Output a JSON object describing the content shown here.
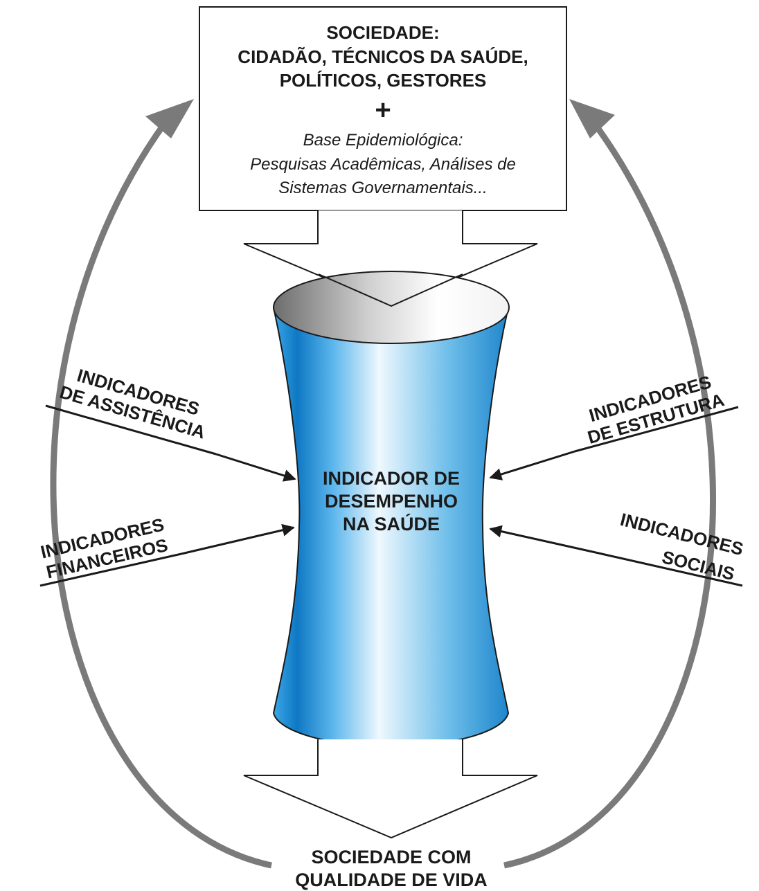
{
  "top_box": {
    "title_lines": [
      "SOCIEDADE:",
      "CIDADÃO, TÉCNICOS DA SAÚDE,",
      "POLÍTICOS, GESTORES"
    ],
    "plus": "+",
    "italic_lines": [
      "Base Epidemiológica:",
      "Pesquisas Acadêmicas, Análises de",
      "Sistemas Governamentais..."
    ]
  },
  "center": {
    "lines": [
      "INDICADOR DE",
      "DESEMPENHO",
      "NA SAÚDE"
    ]
  },
  "inputs": {
    "assistencia": [
      "INDICADORES",
      "DE ASSISTÊNCIA"
    ],
    "financeiros": [
      "INDICADORES",
      "FINANCEIROS"
    ],
    "estrutura": [
      "INDICADORES",
      "DE ESTRUTURA"
    ],
    "sociais": [
      "INDICADORES",
      "SOCIAIS"
    ]
  },
  "output": {
    "lines": [
      "SOCIEDADE COM",
      "QUALIDADE DE VIDA"
    ]
  },
  "colors": {
    "loop_arrow": "#7a7a7a",
    "cylinder_dark": "#1f7fc4",
    "cylinder_light": "#eaf5fd",
    "outline": "#1a1a1a"
  }
}
